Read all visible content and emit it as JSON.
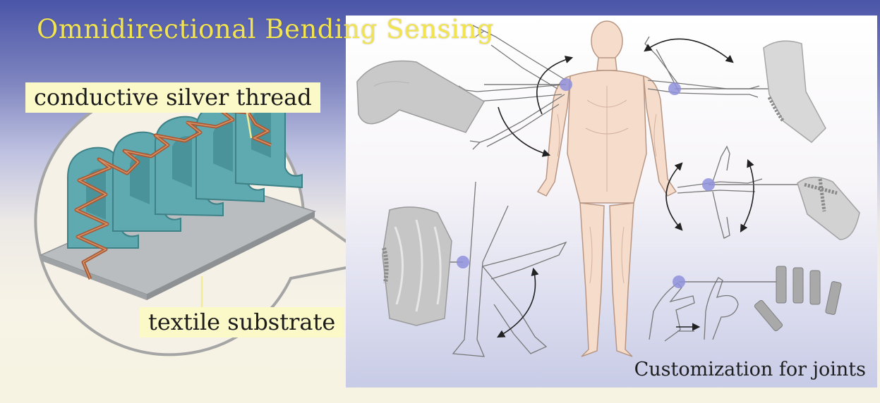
{
  "figure": {
    "title": "Omnidirectional Bending Sensing",
    "labels": {
      "thread": "conductive silver thread",
      "substrate": "textile substrate"
    },
    "caption": "Customization for joints"
  },
  "colors": {
    "title": "#f2e44f",
    "label_background": "#fcf9c9",
    "fabric_teal": "#5faab0",
    "thread_copper": "#a85a35",
    "substrate_gray": "#b9bdc0",
    "skin": "#f6dccb",
    "joint_marker": "#8f90dc",
    "sleeve_gray": "#c9c9c9"
  },
  "icons": {
    "joint_marker": "joint-marker-icon",
    "motion_arrow": "motion-arrow-icon"
  }
}
